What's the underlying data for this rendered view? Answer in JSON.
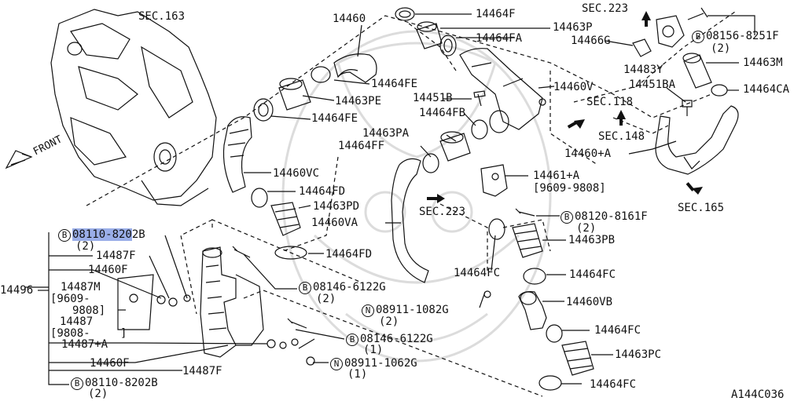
{
  "diagram": {
    "figure_code": "A144C036",
    "front_label": "FRONT",
    "colors": {
      "line": "#111111",
      "highlight": "#9aaee8",
      "watermark": "#dcdcdc",
      "background": "#ffffff"
    },
    "parts": {
      "p14460": "14460",
      "p14464F": "14464F",
      "p14463P": "14463P",
      "p14464FA": "14464FA",
      "p14466G": "14466G",
      "p14464FE": "14464FE",
      "p14463PE": "14463PE",
      "p14464FE_b": "14464FE",
      "p14460V": "14460V",
      "p14483Y": "14483Y",
      "p14451BA": "14451BA",
      "p14451B": "14451B",
      "p14464FB": "14464FB",
      "p14463PA": "14463PA",
      "p14464FF": "14464FF",
      "p14460VC": "14460VC",
      "p14464FD": "14464FD",
      "p14463PD": "14463PD",
      "p14460VA": "14460VA",
      "p14464FD_b": "14464FD",
      "p14461A": "14461+A",
      "p14461A_range": "[9609-9808]",
      "p14463M": "14463M",
      "p14464CA": "14464CA",
      "p14460A": "14460+A",
      "p14463PB": "14463PB",
      "p14464FC_a": "14464FC",
      "p14464FC_b": "14464FC",
      "p14460VB": "14460VB",
      "p14464FC_c": "14464FC",
      "p14463PC": "14463PC",
      "p14464FC_d": "14464FC",
      "p14496": "14496",
      "p14487F": "14487F",
      "p14460F": "14460F",
      "p14487M": "14487M",
      "p14487M_range_a": "[9609-",
      "p14487M_range_b": "9808]",
      "p14487": "14487",
      "p14487_range": "[9808-",
      "p14487_range_end": "]",
      "p14487A": "14487+A",
      "p14460F_b": "14460F",
      "p14487F_b": "14487F"
    },
    "sections": {
      "s163": "SEC.163",
      "s223_top": "SEC.223",
      "s118": "SEC.118",
      "s148": "SEC.148",
      "s223_mid": "SEC.223",
      "s165": "SEC.165"
    },
    "fasteners": {
      "f08156": {
        "badge": "B",
        "code": "08156-8251F",
        "qty": "(2)"
      },
      "f08120": {
        "badge": "B",
        "code": "08120-8161F",
        "qty": "(2)"
      },
      "f08110_top": {
        "badge": "B",
        "code": "08110-8202B",
        "qty": "(2)",
        "highlight": "08110-820"
      },
      "f08146_a": {
        "badge": "B",
        "code": "08146-6122G",
        "qty": "(2)"
      },
      "f08911_a": {
        "badge": "N",
        "code": "08911-1082G",
        "qty": "(2)"
      },
      "f08146_b": {
        "badge": "B",
        "code": "08146-6122G",
        "qty": "(1)"
      },
      "f08911_b": {
        "badge": "N",
        "code": "08911-1062G",
        "qty": "(1)"
      },
      "f08110_bot": {
        "badge": "B",
        "code": "08110-8202B",
        "qty": "(2)"
      }
    }
  }
}
